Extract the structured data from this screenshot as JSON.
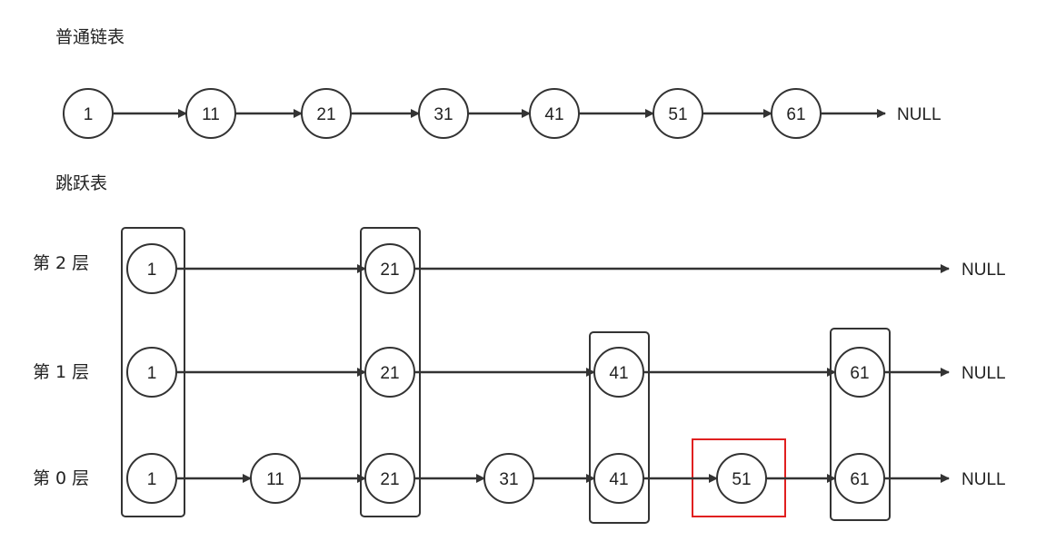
{
  "linked_list": {
    "title": "普通链表",
    "nodes": [
      "1",
      "11",
      "21",
      "31",
      "41",
      "51",
      "61"
    ],
    "terminal": "NULL"
  },
  "skip_list": {
    "title": "跳跃表",
    "levels": [
      {
        "label": "第 2 层",
        "nodes": [
          "1",
          "21"
        ],
        "terminal": "NULL"
      },
      {
        "label": "第 1 层",
        "nodes": [
          "1",
          "21",
          "41",
          "61"
        ],
        "terminal": "NULL"
      },
      {
        "label": "第 0 层",
        "nodes": [
          "1",
          "11",
          "21",
          "31",
          "41",
          "51",
          "61"
        ],
        "terminal": "NULL"
      }
    ],
    "highlighted_node": "51",
    "highlight_color": "#e02020"
  },
  "colors": {
    "stroke": "#333333",
    "text": "#222222",
    "background": "#ffffff"
  }
}
